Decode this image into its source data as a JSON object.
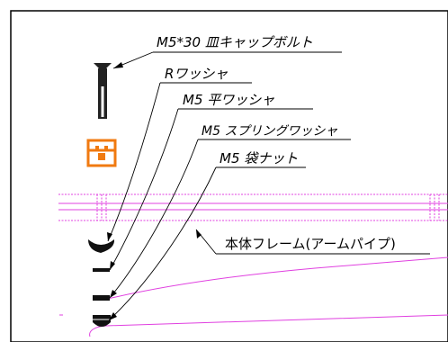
{
  "labels": {
    "bolt": "M5*30 皿キャップボルト",
    "r_washer": "Rワッシャ",
    "flat_washer": "M5 平ワッシャ",
    "spring_washer": "M5 スプリングワッシャ",
    "cap_nut": "M5 袋ナット",
    "frame": "本体フレーム(アームパイプ)"
  },
  "colors": {
    "line": "#000000",
    "frame_pink": "#e040e0",
    "bracket_orange": "#f07a10"
  },
  "icons": [
    "countersunk-bolt-icon",
    "bracket-icon",
    "r-washer-icon",
    "flat-washer-icon",
    "spring-washer-icon",
    "cap-nut-icon"
  ]
}
